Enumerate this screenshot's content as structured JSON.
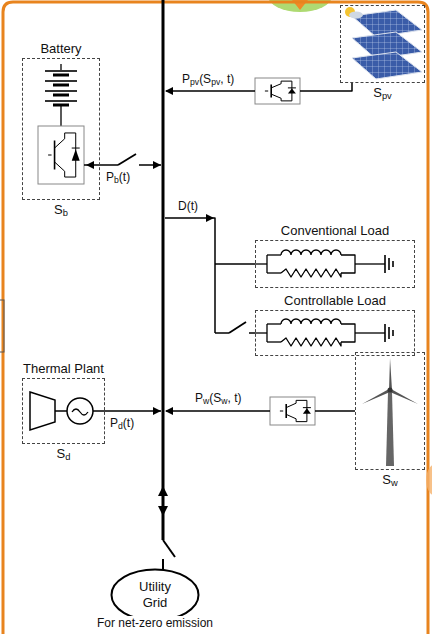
{
  "diagram": {
    "nodes": [
      {
        "text": [
          "Battery",
          "Sb"
        ]
      },
      {
        "text": [
          "Spv"
        ]
      },
      {
        "text": [
          "Conventional Load"
        ]
      },
      {
        "text": [
          "Controllable Load"
        ]
      },
      {
        "text": [
          "Thermal Plant",
          "Sd"
        ]
      },
      {
        "text": [
          "Sw"
        ]
      },
      {
        "text": [
          "Utility Grid"
        ]
      }
    ],
    "labels": [
      "Ppv(Spv, t)",
      "Pb(t)",
      "D(t)",
      "Pd(t)",
      "Pw(Sw, t)",
      "For net-zero emission"
    ]
  }
}
